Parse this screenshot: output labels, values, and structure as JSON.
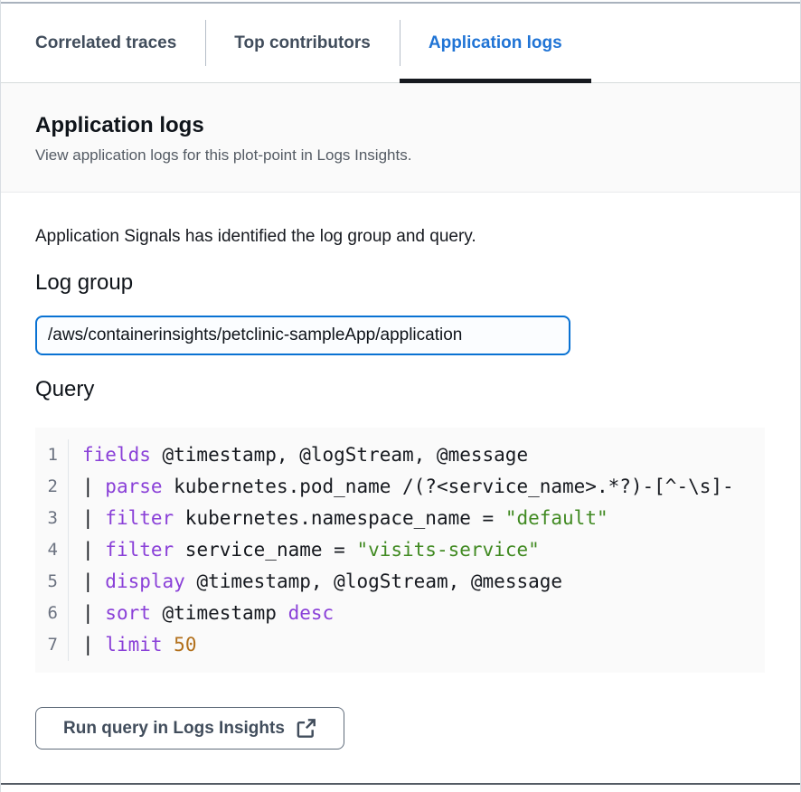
{
  "tabs": {
    "items": [
      {
        "label": "Correlated traces",
        "active": false
      },
      {
        "label": "Top contributors",
        "active": false
      },
      {
        "label": "Application logs",
        "active": true
      }
    ]
  },
  "header": {
    "title": "Application logs",
    "subtitle": "View application logs for this plot-point in Logs Insights."
  },
  "content": {
    "intro": "Application Signals has identified the log group and query.",
    "log_group_heading": "Log group",
    "log_group_value": "/aws/containerinsights/petclinic-sampleApp/application",
    "query_heading": "Query"
  },
  "query_editor": {
    "lines": [
      {
        "number": "1",
        "tokens": [
          [
            "kw",
            "fields"
          ],
          [
            "plain",
            " @timestamp, @logStream, @message"
          ]
        ]
      },
      {
        "number": "2",
        "tokens": [
          [
            "plain",
            "| "
          ],
          [
            "kw",
            "parse"
          ],
          [
            "plain",
            " kubernetes.pod_name /(?<service_name>.*?)-[^-\\s]-"
          ]
        ]
      },
      {
        "number": "3",
        "tokens": [
          [
            "plain",
            "| "
          ],
          [
            "kw",
            "filter"
          ],
          [
            "plain",
            " kubernetes.namespace_name = "
          ],
          [
            "str",
            "\"default\""
          ]
        ]
      },
      {
        "number": "4",
        "tokens": [
          [
            "plain",
            "| "
          ],
          [
            "kw",
            "filter"
          ],
          [
            "plain",
            " service_name = "
          ],
          [
            "str",
            "\"visits-service\""
          ]
        ]
      },
      {
        "number": "5",
        "tokens": [
          [
            "plain",
            "| "
          ],
          [
            "kw",
            "display"
          ],
          [
            "plain",
            " @timestamp, @logStream, @message"
          ]
        ]
      },
      {
        "number": "6",
        "tokens": [
          [
            "plain",
            "| "
          ],
          [
            "kw",
            "sort"
          ],
          [
            "plain",
            " @timestamp "
          ],
          [
            "kw",
            "desc"
          ]
        ]
      },
      {
        "number": "7",
        "tokens": [
          [
            "plain",
            "| "
          ],
          [
            "kw",
            "limit"
          ],
          [
            "plain",
            " "
          ],
          [
            "num",
            "50"
          ]
        ]
      }
    ]
  },
  "actions": {
    "run_button_label": "Run query in Logs Insights"
  },
  "colors": {
    "active_tab_text": "#2074d5",
    "active_tab_underline": "#16191f",
    "inactive_tab_text": "#414d5c",
    "input_border": "#0972d3",
    "keyword": "#8a40d8",
    "string": "#418a22",
    "number": "#b2701c",
    "code_background": "#fafafa"
  }
}
